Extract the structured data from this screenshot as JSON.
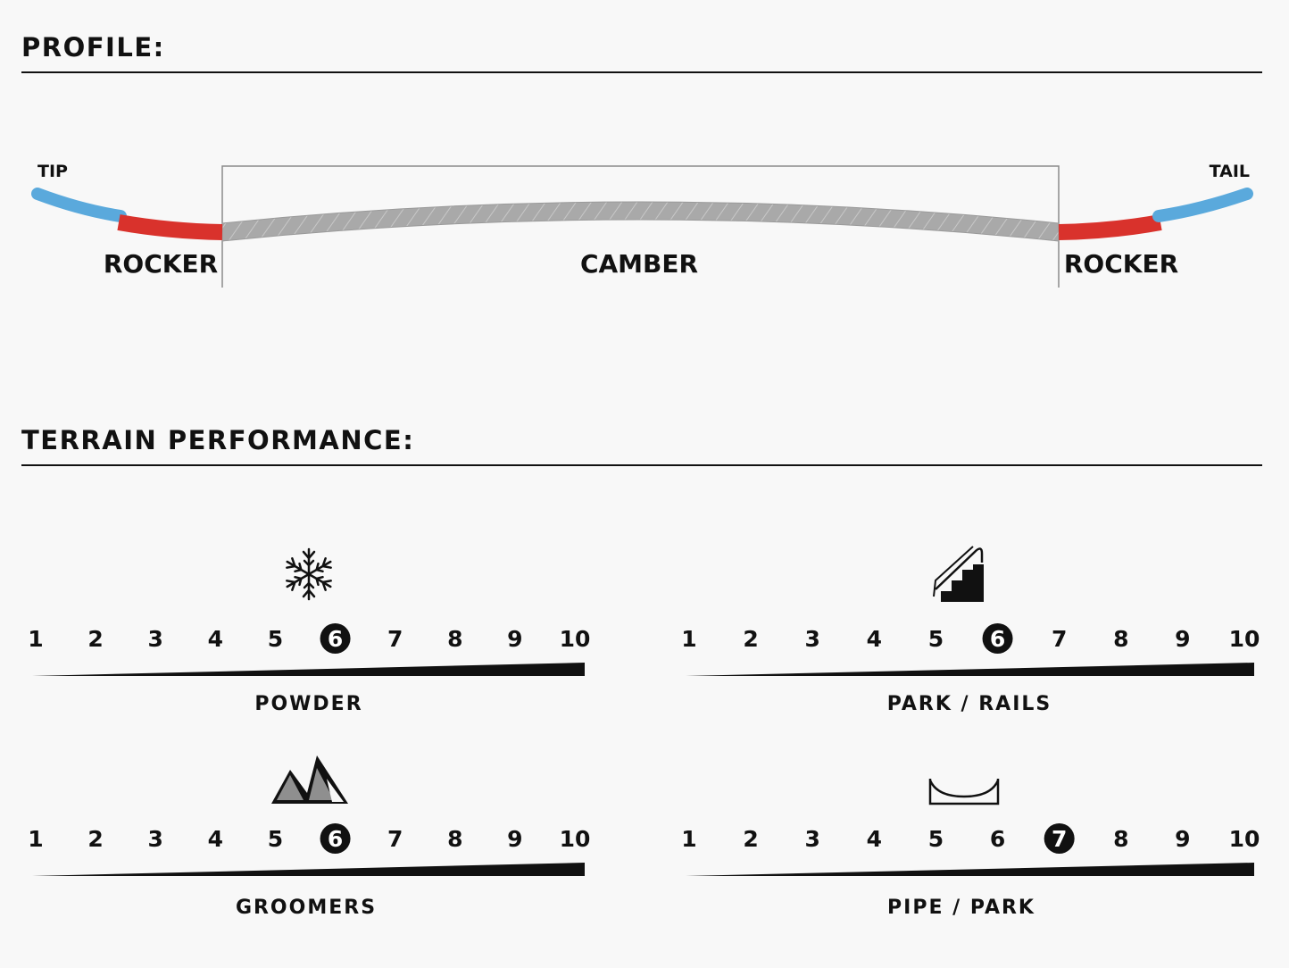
{
  "profile": {
    "title": "PROFILE:",
    "tip_label": "TIP",
    "tail_label": "TAIL",
    "zones": [
      {
        "label": "ROCKER"
      },
      {
        "label": "CAMBER"
      },
      {
        "label": "ROCKER"
      }
    ],
    "colors": {
      "rocker_tip": "#5aa9dc",
      "rocker": "#d9322c",
      "camber": "#a8a8a8"
    }
  },
  "terrain": {
    "title": "TERRAIN PERFORMANCE:",
    "scale": [
      "1",
      "2",
      "3",
      "4",
      "5",
      "6",
      "7",
      "8",
      "9",
      "10"
    ],
    "ratings": [
      {
        "label": "POWDER",
        "value": 6,
        "icon": "snowflake-icon"
      },
      {
        "label": "PARK / RAILS",
        "value": 6,
        "icon": "stairs-rail-icon"
      },
      {
        "label": "GROOMERS",
        "value": 6,
        "icon": "mountains-icon"
      },
      {
        "label": "PIPE / PARK",
        "value": 7,
        "icon": "halfpipe-icon"
      }
    ]
  }
}
